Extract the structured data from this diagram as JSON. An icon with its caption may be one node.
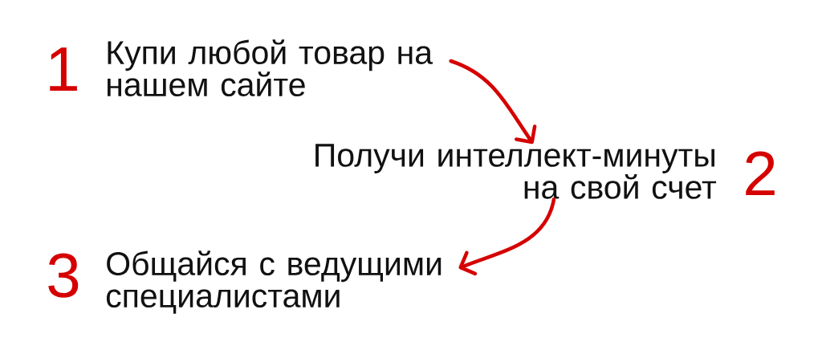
{
  "diagram": {
    "nodes": [
      {
        "text": [
          "1",
          "Купи любой товар на нашем сайте"
        ]
      },
      {
        "text": [
          "Получи интеллект-минуты на свой счет",
          "2"
        ]
      },
      {
        "text": [
          "3",
          "Общайся с ведущими специалистами"
        ]
      }
    ],
    "edges": [
      {
        "from": 0,
        "to": 1,
        "arrow": "to"
      },
      {
        "from": 1,
        "to": 2,
        "arrow": "to"
      }
    ]
  }
}
